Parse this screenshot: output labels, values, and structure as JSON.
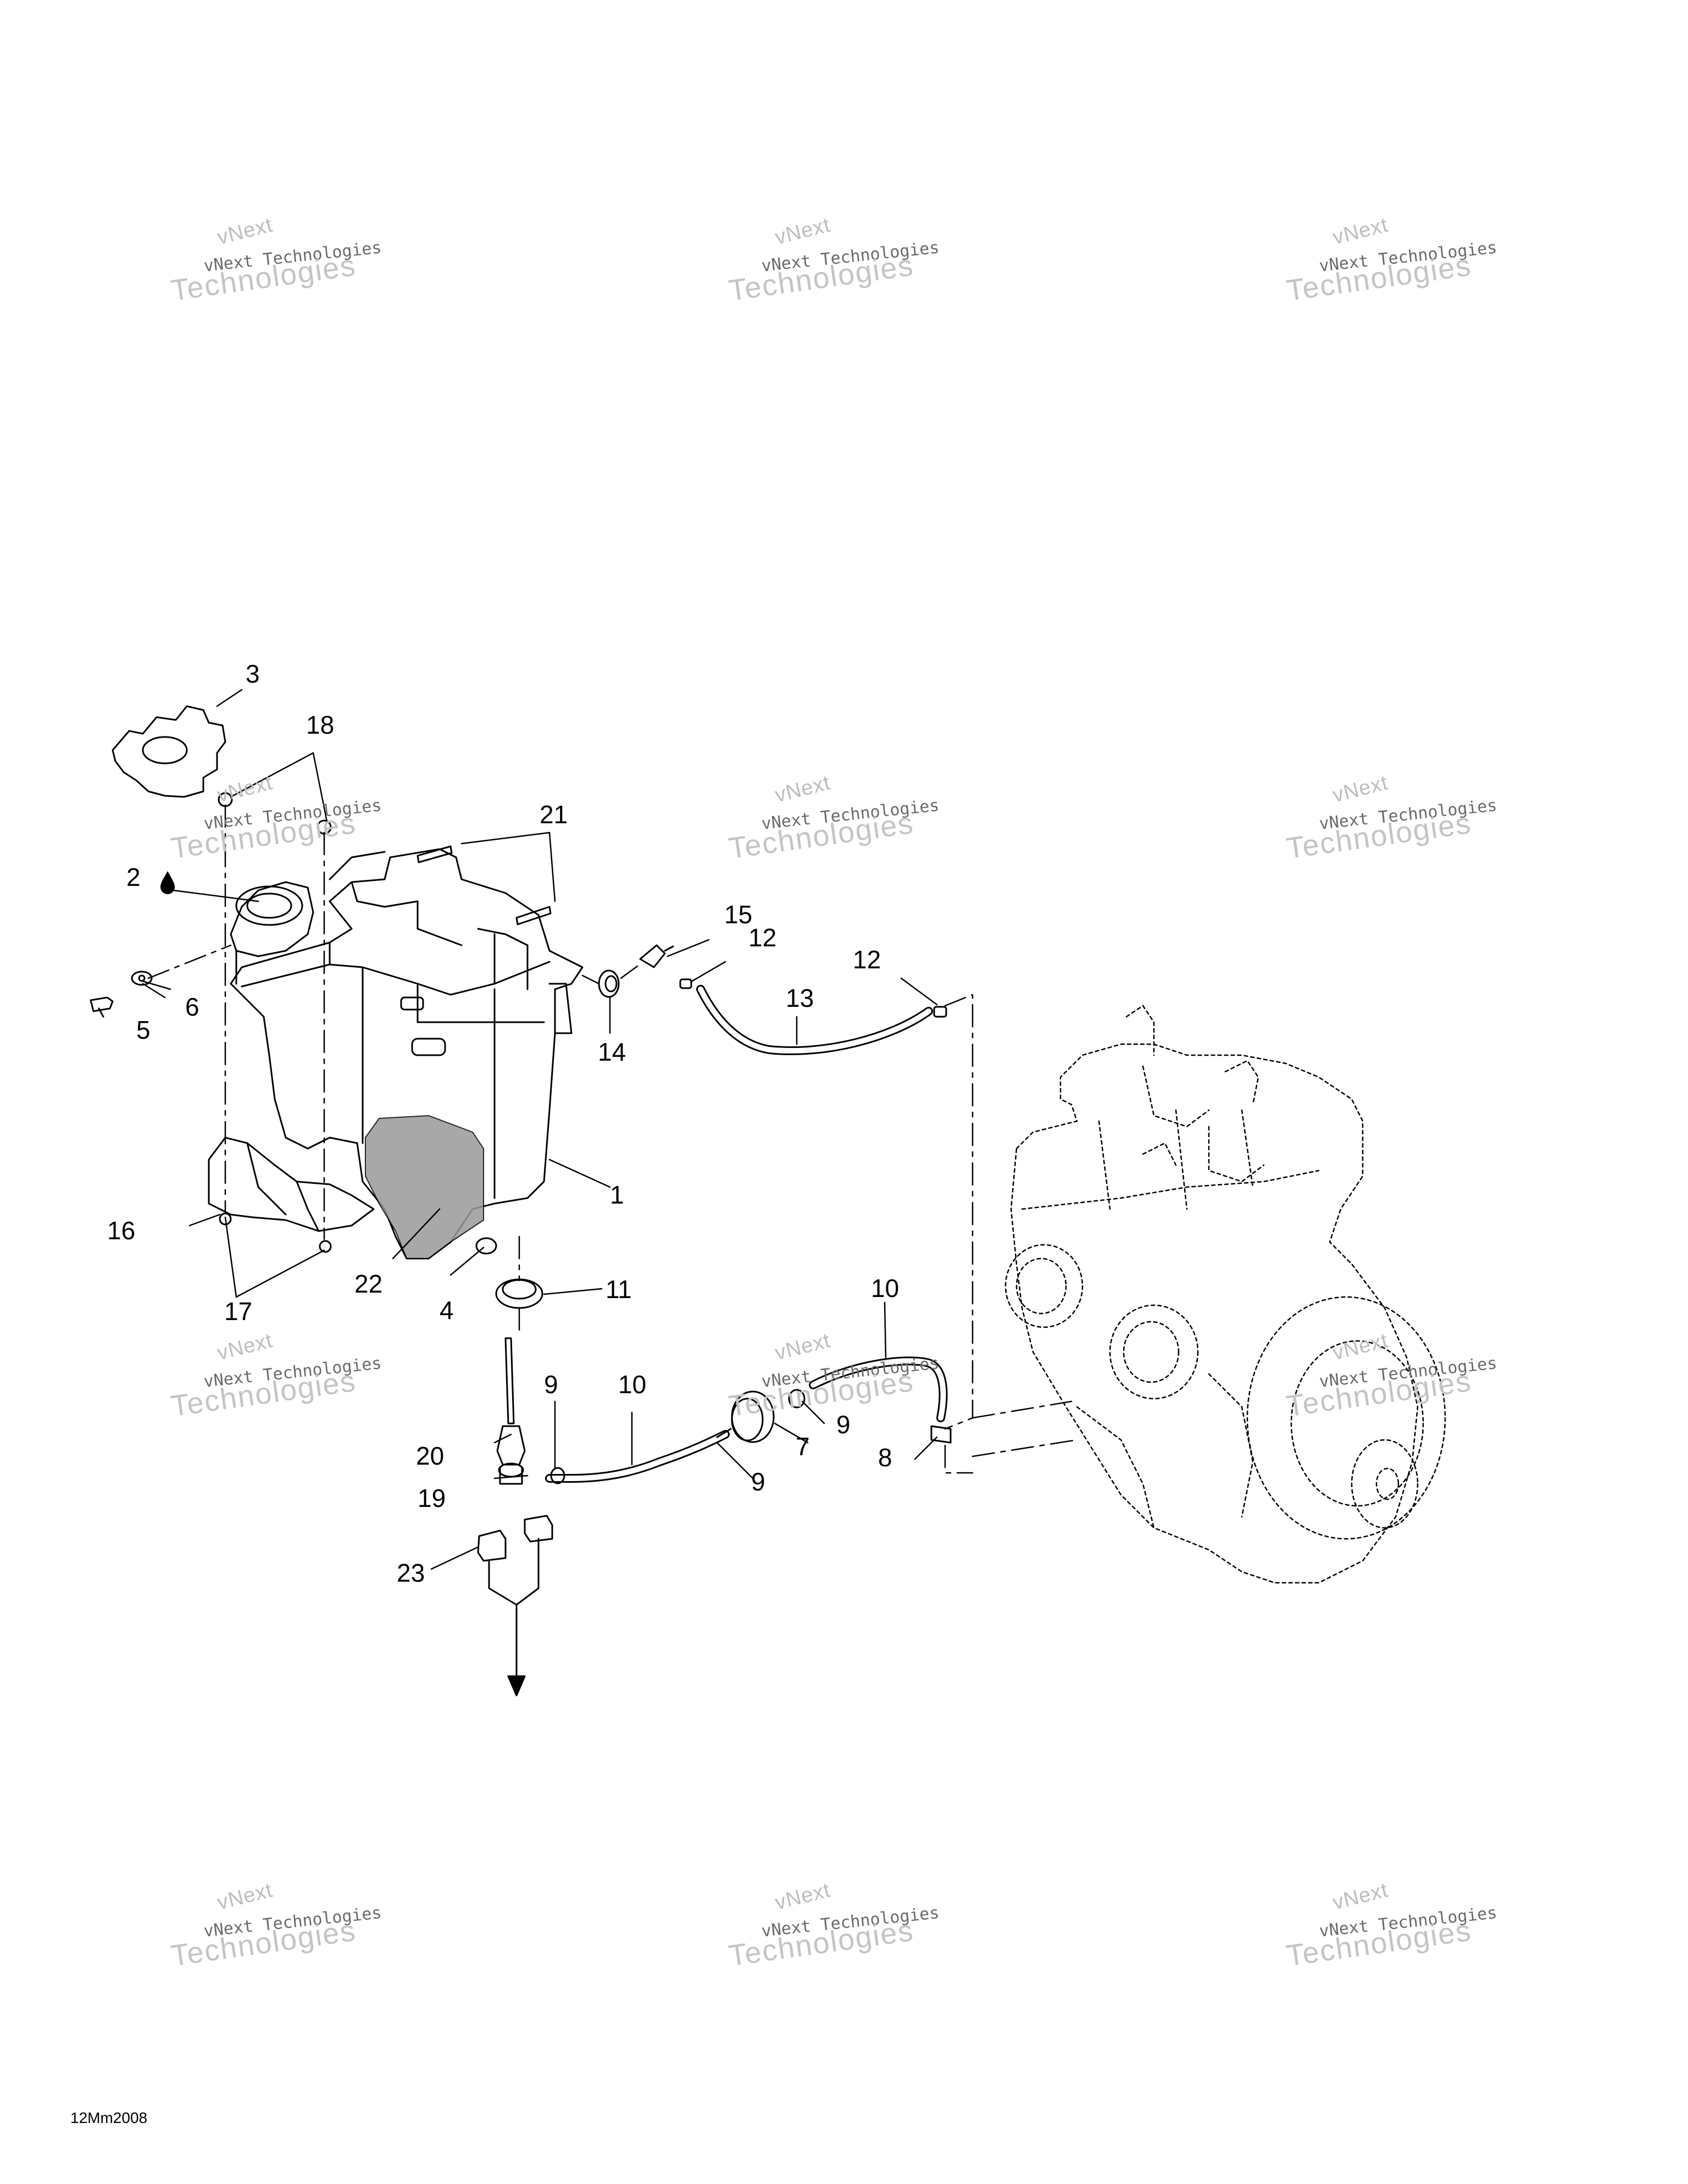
{
  "watermark": {
    "line1": "vNext",
    "line2": "vNext Technologies",
    "line3": "Technologies"
  },
  "callouts": {
    "c1": "1",
    "c2": "2",
    "c3": "3",
    "c4": "4",
    "c5": "5",
    "c6": "6",
    "c7": "7",
    "c8": "8",
    "c9a": "9",
    "c9b": "9",
    "c9c": "9",
    "c10a": "10",
    "c10b": "10",
    "c11": "11",
    "c12a": "12",
    "c12b": "12",
    "c13": "13",
    "c14": "14",
    "c15": "15",
    "c16": "16",
    "c17": "17",
    "c18": "18",
    "c19": "19",
    "c20": "20",
    "c21": "21",
    "c22": "22",
    "c23": "23"
  },
  "footer": {
    "code": "12Mm2008"
  },
  "colors": {
    "line": "#000000",
    "watermark_light": "#c4c4c4",
    "watermark_dark": "#6a6a6a"
  }
}
